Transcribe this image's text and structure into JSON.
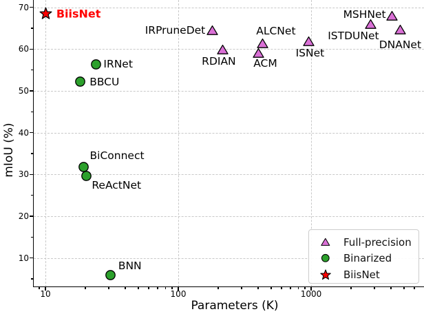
{
  "chart_data": {
    "type": "scatter",
    "title": "",
    "xlabel": "Parameters (K)",
    "ylabel": "mIoU (%)",
    "x_scale": "log",
    "x_ticks": [
      10,
      100,
      1000
    ],
    "y_ticks": [
      10,
      20,
      30,
      40,
      50,
      60,
      70
    ],
    "xlim": [
      8.2,
      7000
    ],
    "ylim": [
      3,
      71.7
    ],
    "grid": true,
    "legend": {
      "position": "lower-right",
      "items": [
        {
          "label": "Full-precision",
          "marker": "triangle",
          "color": "#DA70D6"
        },
        {
          "label": "Binarized",
          "marker": "circle",
          "color": "#2CA02C"
        },
        {
          "label": "BiisNet",
          "marker": "star",
          "color": "#FF0000"
        }
      ]
    },
    "points": [
      {
        "label": "BiisNet",
        "group": "BiisNet",
        "marker": "star",
        "params_k": 10.1,
        "miou": 68.5
      },
      {
        "label": "IRPruneDet",
        "group": "Full-precision",
        "marker": "triangle",
        "params_k": 180,
        "miou": 64.4
      },
      {
        "label": "RDIAN",
        "group": "Full-precision",
        "marker": "triangle",
        "params_k": 217,
        "miou": 59.8
      },
      {
        "label": "ALCNet",
        "group": "Full-precision",
        "marker": "triangle",
        "params_k": 430,
        "miou": 61.4
      },
      {
        "label": "ACM",
        "group": "Full-precision",
        "marker": "triangle",
        "params_k": 400,
        "miou": 59.1
      },
      {
        "label": "ISNet",
        "group": "Full-precision",
        "marker": "triangle",
        "params_k": 960,
        "miou": 61.9
      },
      {
        "label": "ISTDUNet",
        "group": "Full-precision",
        "marker": "triangle",
        "params_k": 2810,
        "miou": 66.0
      },
      {
        "label": "MSHNet",
        "group": "Full-precision",
        "marker": "triangle",
        "params_k": 4070,
        "miou": 67.9
      },
      {
        "label": "DNANet",
        "group": "Full-precision",
        "marker": "triangle",
        "params_k": 4700,
        "miou": 64.7
      },
      {
        "label": "IRNet",
        "group": "Binarized",
        "marker": "circle",
        "params_k": 24,
        "miou": 56.4
      },
      {
        "label": "BBCU",
        "group": "Binarized",
        "marker": "circle",
        "params_k": 18.2,
        "miou": 52.2
      },
      {
        "label": "BiConnect",
        "group": "Binarized",
        "marker": "circle",
        "params_k": 19.4,
        "miou": 31.7
      },
      {
        "label": "ReActNet",
        "group": "Binarized",
        "marker": "circle",
        "params_k": 20.3,
        "miou": 29.6
      },
      {
        "label": "BNN",
        "group": "Binarized",
        "marker": "circle",
        "params_k": 31,
        "miou": 5.9
      }
    ],
    "colors": {
      "full_precision": "#DA70D6",
      "binarized": "#2CA02C",
      "biisnet": "#FF0000",
      "grid": "#C8C8C8",
      "highlight_label": "#FF0000",
      "marker_edge": "#000000"
    }
  }
}
